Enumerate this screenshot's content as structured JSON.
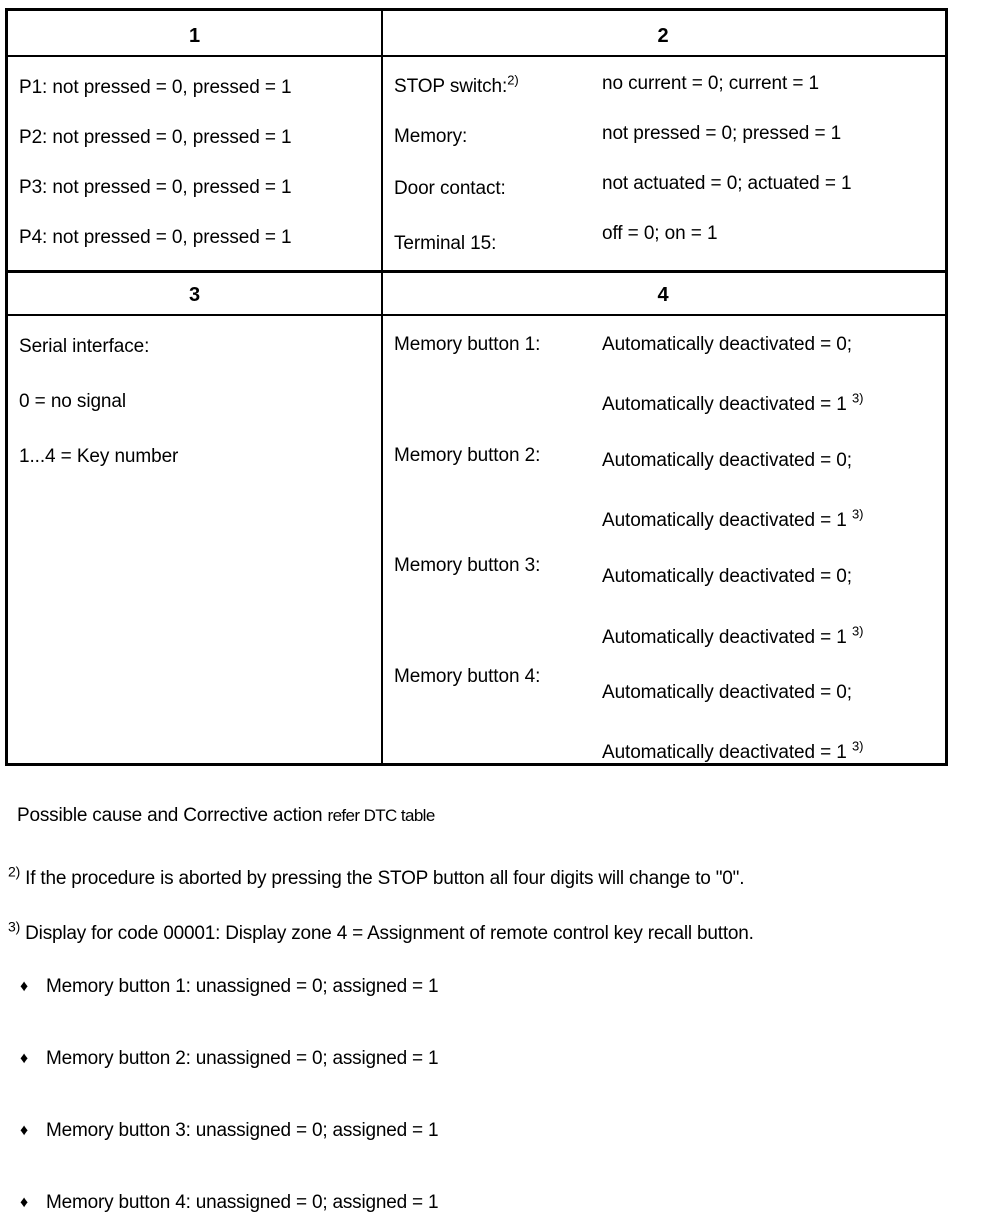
{
  "table": {
    "zones": [
      {
        "number": "1"
      },
      {
        "number": "2"
      },
      {
        "number": "3"
      },
      {
        "number": "4"
      }
    ],
    "zone1": {
      "lines": [
        "P1: not pressed = 0, pressed = 1",
        "P2: not pressed = 0, pressed = 1",
        "P3: not pressed = 0, pressed = 1",
        "P4: not pressed = 0, pressed = 1"
      ]
    },
    "zone2": {
      "rows": [
        {
          "label": "STOP switch:",
          "footnote": "2)",
          "value": "no current = 0; current = 1"
        },
        {
          "label": "Memory:",
          "footnote": "",
          "value": "not pressed = 0; pressed = 1"
        },
        {
          "label": "Door contact:",
          "footnote": "",
          "value": "not actuated = 0; actuated = 1"
        },
        {
          "label": "Terminal 15:",
          "footnote": "",
          "value": "off = 0; on = 1"
        }
      ]
    },
    "zone3": {
      "lines": [
        "Serial interface:",
        "0 = no signal",
        "1...4 = Key number"
      ]
    },
    "zone4": {
      "rows": [
        {
          "label": "Memory button 1:",
          "value_0": "Automatically deactivated = 0;",
          "value_1": "Automatically deactivated = 1",
          "footnote": "3)"
        },
        {
          "label": "Memory button 2:",
          "value_0": "Automatically deactivated = 0;",
          "value_1": "Automatically deactivated = 1",
          "footnote": "3)"
        },
        {
          "label": "Memory button 3:",
          "value_0": "Automatically deactivated = 0;",
          "value_1": "Automatically deactivated = 1",
          "footnote": "3)"
        },
        {
          "label": "Memory button 4:",
          "value_0": "Automatically deactivated = 0;",
          "value_1": "Automatically deactivated = 1",
          "footnote": "3)"
        }
      ]
    }
  },
  "body": {
    "reference_line_main": "Possible cause and Corrective action",
    "reference_line_tail": "refer DTC table",
    "footnote2": {
      "mark": "2)",
      "text": "If the procedure is aborted by pressing the STOP button all four digits will change to \"0\"."
    },
    "footnote3": {
      "mark": "3)",
      "text": "Display for code 00001: Display zone 4 = Assignment of remote control key recall button."
    },
    "bullet_glyph": "♦",
    "bullets": [
      "Memory button 1: unassigned = 0; assigned = 1",
      "Memory button 2: unassigned = 0; assigned = 1",
      "Memory button 3: unassigned = 0; assigned = 1",
      "Memory button 4: unassigned = 0; assigned = 1"
    ]
  }
}
